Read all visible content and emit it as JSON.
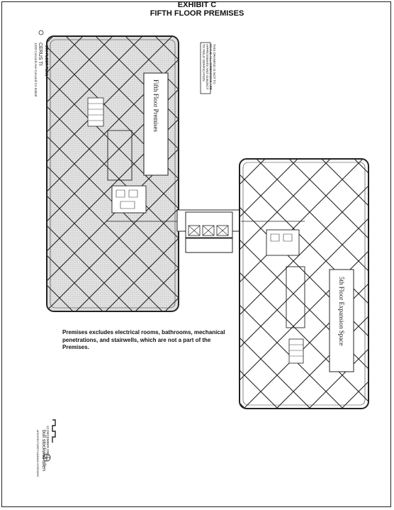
{
  "document": {
    "exhibit_title": "EXHIBIT C",
    "exhibit_subtitle": "FIFTH FLOOR PREMISES",
    "note": "Premises excludes electrical rooms, bathrooms, mechanical penetrations, and stairwells, which are not a part of the Premises.",
    "plan_title": "5TH FLOOR PLAN",
    "project_name": "CERUS TI",
    "address": "1220 Concord Ave Concord CA 94520",
    "legend_block": "THIS DRAWING IS NOT TO SCALE. ALL DIMENSIONS ARE APPROXIMATE AND SUBJECT TO FIELD VERIFICATION",
    "scale_text": "12 DECEMBER 2007",
    "firm_name": "bull stockwell allen",
    "firm_tagline": "ARCHITECTURE   PLANNING   INTERIORS"
  },
  "rooms": {
    "left_label": "Fifth Floor Premises",
    "right_label": "5th Floor Expansion Space"
  },
  "colors": {
    "ink": "#1a1a1a",
    "left_fill": "#dcdcdc",
    "right_fill": "#ffffff"
  }
}
